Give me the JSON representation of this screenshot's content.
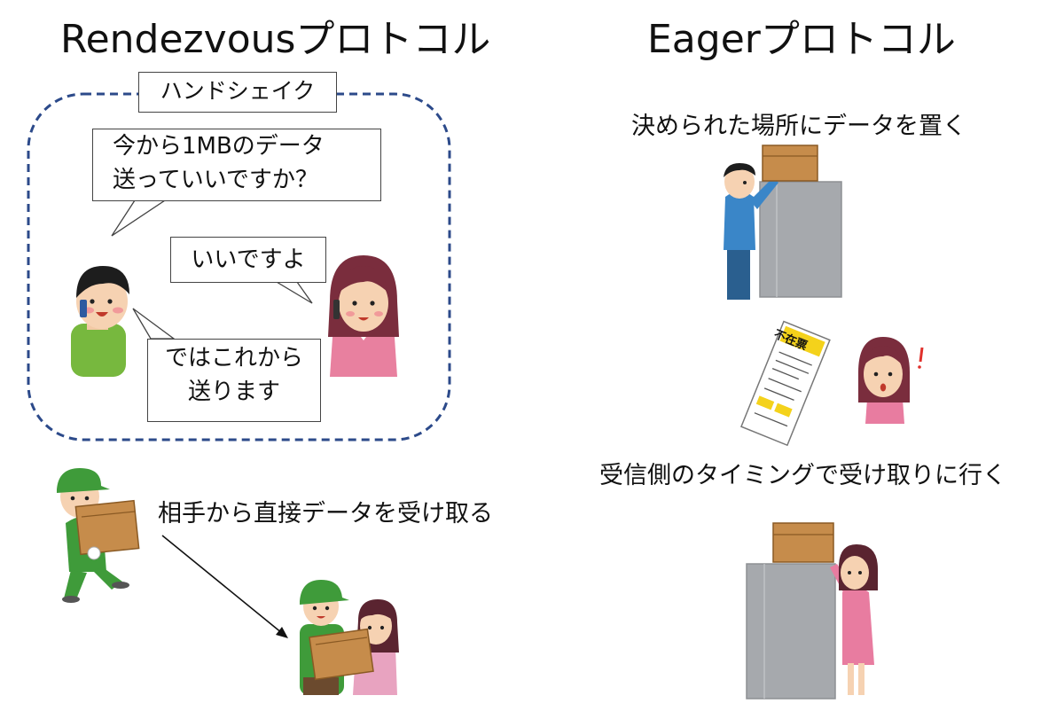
{
  "left": {
    "title": "Rendezvousプロトコル",
    "handshake_label": "ハンドシェイク",
    "bubble_question_line1": "今から1MBのデータ",
    "bubble_question_line2": "送っていいですか？",
    "bubble_ok": "いいですよ",
    "bubble_send_line1": "ではこれから",
    "bubble_send_line2": "送ります",
    "caption_direct": "相手から直接データを受け取る"
  },
  "right": {
    "title": "Eagerプロトコル",
    "caption_place": "決められた場所にデータを置く",
    "notice_slip_text": "不在票",
    "caption_pickup": "受信側のタイミングで受け取りに行く"
  },
  "colors": {
    "dashed_border": "#2c4a8a",
    "green_uniform": "#3f9b3a",
    "box_brown": "#c68c4b",
    "locker_gray": "#a6a9ad",
    "pink": "#e87ca0",
    "blue_shirt": "#3a86c8"
  }
}
